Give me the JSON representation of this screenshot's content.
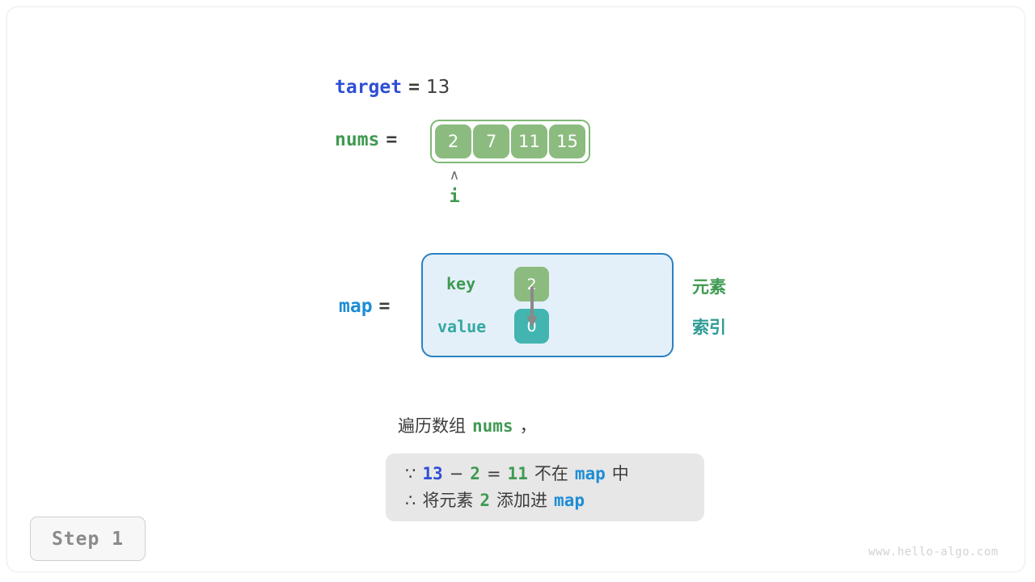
{
  "meta": {
    "watermark": "www.hello-algo.com",
    "step_label": "Step 1"
  },
  "colors": {
    "array_fill": "#8cbb80",
    "array_border": "#7fb876",
    "map_fill": "#e4f0f9",
    "map_border": "#2b80c2",
    "value_fill": "#42b5b0",
    "var_blue": "#2f4fd4",
    "var_lightblue": "#1d8dd6",
    "var_green": "#3f9a52",
    "var_teal": "#2e9a95",
    "text": "#3c3c3c",
    "reason_box": "#e7e7e7",
    "badge_text": "#8a8a8a"
  },
  "target": {
    "name": "target",
    "equals": "=",
    "value": "13"
  },
  "nums": {
    "name": "nums",
    "equals": "=",
    "cells": [
      "2",
      "7",
      "11",
      "15"
    ],
    "pointer": {
      "caret": "∧",
      "label": "i",
      "index": 0
    }
  },
  "map": {
    "name": "map",
    "equals": "=",
    "key_label": "key",
    "value_label": "value",
    "entries": [
      {
        "key": "2",
        "value": "0"
      }
    ],
    "legend": {
      "element": "元素",
      "index": "索引"
    }
  },
  "narrative": {
    "prefix": "遍历数组",
    "code": "nums",
    "suffix": "，"
  },
  "reasoning": {
    "line1": {
      "symbol": "∵",
      "a": "13",
      "minus": "−",
      "b": "2",
      "eq": "=",
      "result": "11",
      "text_mid": "不在",
      "code": "map",
      "text_end": "中"
    },
    "line2": {
      "symbol": "∴",
      "text_start": "将元素",
      "num": "2",
      "text_mid": "添加进",
      "code": "map"
    }
  }
}
